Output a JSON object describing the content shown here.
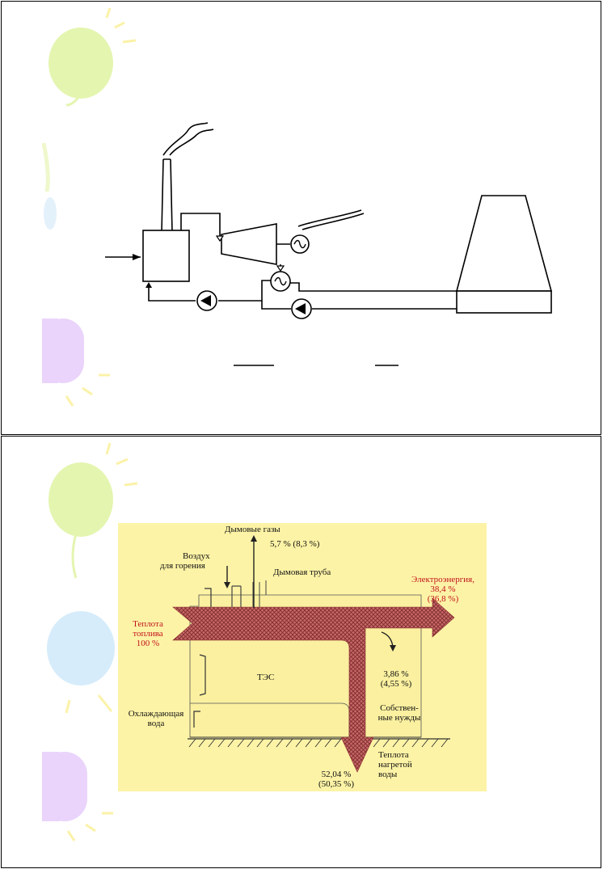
{
  "colors": {
    "yellow_bg": "#fdf3a6",
    "arrow_red": "#c86464",
    "label_red": "#c0141c",
    "balloon_green": "#e4f5b0",
    "balloon_blue": "#d6ecfb",
    "balloon_purple": "#ead4fb"
  },
  "energy_balance": {
    "flue_gases_title": "Дымовые газы",
    "flue_gases_value": "5,7 % (8,3 %)",
    "air_line1": "Воздух",
    "air_line2": "для горения",
    "chimney": "Дымовая труба",
    "electricity_line1": "Электроэнергия,",
    "electricity_line2": "38,4 %",
    "electricity_line3": "(36,8 %)",
    "fuel_heat_line1": "Теплота",
    "fuel_heat_line2": "топлива",
    "fuel_heat_line3": "100 %",
    "plant": "ТЭС",
    "own_needs_value1": "3,86 %",
    "own_needs_value2": "(4,55 %)",
    "own_needs_line1": "Собствен-",
    "own_needs_line2": "ные нужды",
    "cooling_water_line1": "Охлаждающая",
    "cooling_water_line2": "вода",
    "heated_water_line1": "Теплота",
    "heated_water_line2": "нагретой",
    "heated_water_line3": "воды",
    "water_loss_value1": "52,04 %",
    "water_loss_value2": "(50,35 %)"
  }
}
